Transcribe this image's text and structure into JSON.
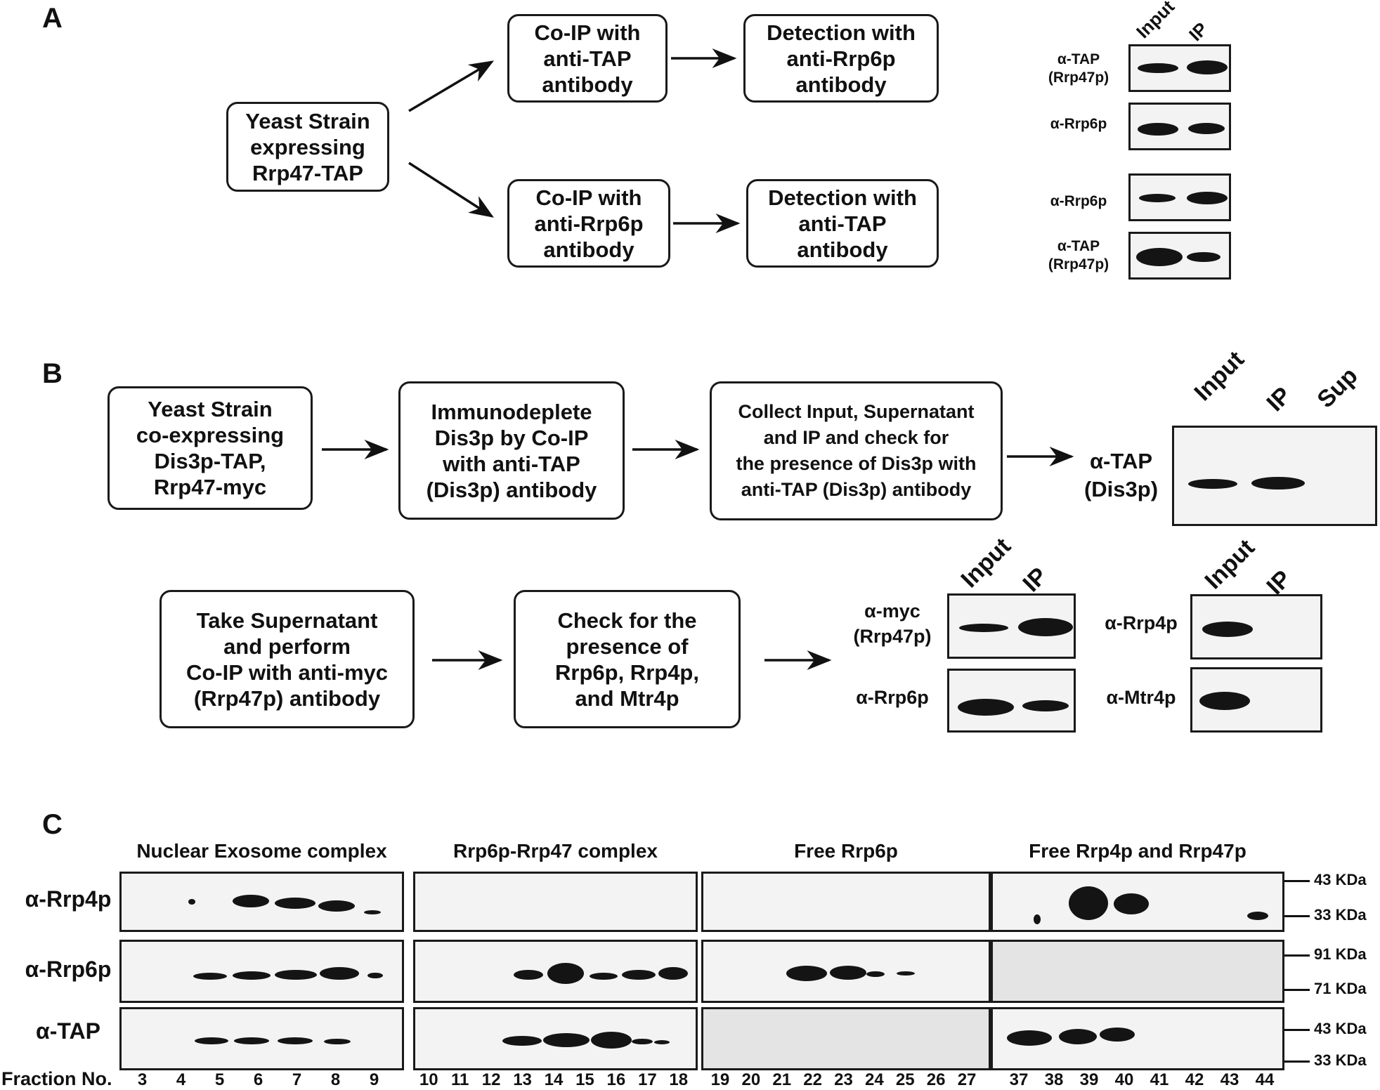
{
  "panel_labels": {
    "a": "A",
    "b": "B",
    "c": "C"
  },
  "panel_a": {
    "start": "Yeast Strain\nexpressing\nRrp47-TAP",
    "top_coip": "Co-IP with\nanti-TAP\nantibody",
    "top_detect": "Detection with\nanti-Rrp6p\nantibody",
    "bottom_coip": "Co-IP with\nanti-Rrp6p\nantibody",
    "bottom_detect": "Detection with\nanti-TAP\nantibody",
    "lane_input": "Input",
    "lane_ip": "IP",
    "blot1_label": "α-TAP\n(Rrp47p)",
    "blot2_label": "α-Rrp6p",
    "blot3_label": "α-Rrp6p",
    "blot4_label": "α-TAP\n(Rrp47p)"
  },
  "panel_b": {
    "step1": "Yeast Strain\nco-expressing\nDis3p-TAP,\nRrp47-myc",
    "step2": "Immunodeplete\nDis3p by Co-IP\nwith anti-TAP\n(Dis3p) antibody",
    "step3": "Collect Input, Supernatant\nand IP and check for\nthe presence of Dis3p with\nanti-TAP (Dis3p) antibody",
    "step4": "Take Supernatant\nand perform\nCo-IP with anti-myc\n(Rrp47p) antibody",
    "step5": "Check for the\npresence of\nRrp6p, Rrp4p,\nand Mtr4p",
    "lane_input": "Input",
    "lane_ip": "IP",
    "lane_sup": "Sup",
    "tap_label": "α-TAP\n(Dis3p)",
    "myc_label": "α-myc\n(Rrp47p)",
    "rrp6_label": "α-Rrp6p",
    "rrp4_label": "α-Rrp4p",
    "mtr4_label": "α-Mtr4p"
  },
  "panel_c": {
    "group_titles": [
      "Nuclear Exosome complex",
      "Rrp6p-Rrp47 complex",
      "Free Rrp6p",
      "Free Rrp4p and Rrp47p"
    ],
    "row_labels": [
      "α-Rrp4p",
      "α-Rrp6p",
      "α-TAP"
    ],
    "markers": [
      "43 KDa",
      "33 KDa",
      "91 KDa",
      "71 KDa",
      "43 KDa",
      "33 KDa"
    ],
    "fraction_label": "Fraction No.",
    "fractions": [
      "3",
      "4",
      "5",
      "6",
      "7",
      "8",
      "9",
      "10",
      "11",
      "12",
      "13",
      "14",
      "15",
      "16",
      "17",
      "18",
      "19",
      "20",
      "21",
      "22",
      "23",
      "24",
      "25",
      "26",
      "27",
      "37",
      "38",
      "39",
      "40",
      "41",
      "42",
      "43",
      "44"
    ]
  }
}
